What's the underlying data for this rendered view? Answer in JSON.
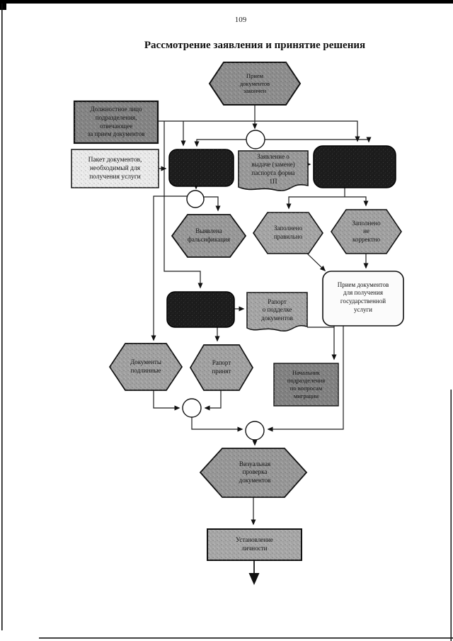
{
  "page": {
    "number": "109",
    "title": "Рассмотрение заявления и принятие решения"
  },
  "nodes": {
    "start_hex": {
      "type": "hexagon",
      "label": "Прием\nдокументов\nзакончен"
    },
    "official_box": {
      "type": "rect",
      "label": "Должностное лицо\nподразделения,\nотвечающее\nза прием документов"
    },
    "package_box": {
      "type": "rect",
      "label": "Пакет документов,\nнеобходимый для\nполучения услуги"
    },
    "process_dark_1": {
      "type": "process-dark",
      "label": ""
    },
    "application_doc": {
      "type": "document",
      "label": "Заявление о\nвыдаче (замене)\nпаспорта форма\n1П"
    },
    "process_dark_2": {
      "type": "process-dark",
      "label": ""
    },
    "hex_falsification": {
      "type": "hexagon",
      "label": "Выявлена\nфальсификация"
    },
    "hex_filled_correctly": {
      "type": "hexagon",
      "label": "Заполнено\nправильно"
    },
    "hex_filled_incorrectly": {
      "type": "hexagon",
      "label": "Заполнено\nне\nкорректно"
    },
    "reception_box": {
      "type": "rounded-rect",
      "label": "Прием документов\nдля получения\nгосударственной\nуслуги"
    },
    "process_dark_3": {
      "type": "process-dark",
      "label": ""
    },
    "report_doc": {
      "type": "document",
      "label": "Рапорт\nо подделке\nдокументов"
    },
    "hex_documents_genuine": {
      "type": "hexagon",
      "label": "Документы\nподлинные"
    },
    "hex_report_accepted": {
      "type": "hexagon",
      "label": "Рапорт\nпринят"
    },
    "chief_box": {
      "type": "rect",
      "label": "Начальник\nподразделения\nпо вопросам\nмиграции"
    },
    "hex_visual_check": {
      "type": "hexagon",
      "label": "Визуальная\nпроверка\nдокументов"
    },
    "identity_box": {
      "type": "rect",
      "label": "Установление\nличности"
    }
  },
  "colors": {
    "shape_gray": "#9e9e9e",
    "shape_dark_gray": "#858585",
    "shape_light": "#ececec",
    "process_dark": "#1c1c1c",
    "white_box": "#fbfbfb",
    "line": "#1a1a1a"
  }
}
